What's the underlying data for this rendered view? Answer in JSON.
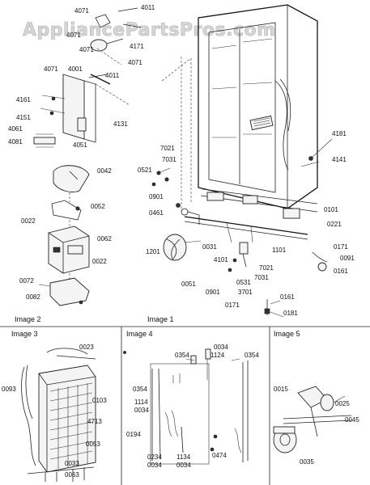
{
  "watermark": "AppliancePartsPros.com",
  "images": [
    {
      "title": "Image 1"
    },
    {
      "title": "Image 2"
    },
    {
      "title": "Image 3"
    },
    {
      "title": "Image 4"
    },
    {
      "title": "Image 5"
    }
  ],
  "part_labels": {
    "p4071a": "4071",
    "p4011a": "4011",
    "p4071b": "4071",
    "p4171": "4171",
    "p4071c": "4071",
    "p4071d": "4071",
    "p4001": "4001",
    "p4011b": "4011",
    "p4161": "4161",
    "p4151": "4151",
    "p4061": "4061",
    "p4131": "4131",
    "p4081": "4081",
    "p4051": "4051",
    "p4181": "4181",
    "p4141": "4141",
    "p7021a": "7021",
    "p7031a": "7031",
    "p0521": "0521",
    "p0901a": "0901",
    "p0461": "0461",
    "p0101": "0101",
    "p0221": "0221",
    "p0031": "0031",
    "p1101": "1101",
    "p1201": "1201",
    "p4101": "4101",
    "p0171a": "0171",
    "p0091": "0091",
    "p0161a": "0161",
    "p7021b": "7021",
    "p7031b": "7031",
    "p0531": "0531",
    "p3701": "3701",
    "p0901b": "0901",
    "p0051": "0051",
    "p0171b": "0171",
    "p0161b": "0161",
    "p0181": "0181",
    "p0042": "0042",
    "p0052": "0052",
    "p0022a": "0022",
    "p0062": "0062",
    "p0022b": "0022",
    "p0072": "0072",
    "p0082": "0082",
    "p0023": "0023",
    "p0093": "0093",
    "p0103": "0103",
    "p4713": "4713",
    "p0053": "0053",
    "p0033": "0033",
    "p0063": "0063",
    "p0354a": "0354",
    "p0034a": "0034",
    "p1124": "1124",
    "p0354b": "0354",
    "p0354c": "0354",
    "p1114": "1114",
    "p0034b": "0034",
    "p0194": "0194",
    "p0234": "0234",
    "p0034c": "0034",
    "p1134": "1134",
    "p0034d": "0034",
    "p0474": "0474",
    "p0015": "0015",
    "p0025": "0025",
    "p0045": "0045",
    "p0035": "0035"
  }
}
